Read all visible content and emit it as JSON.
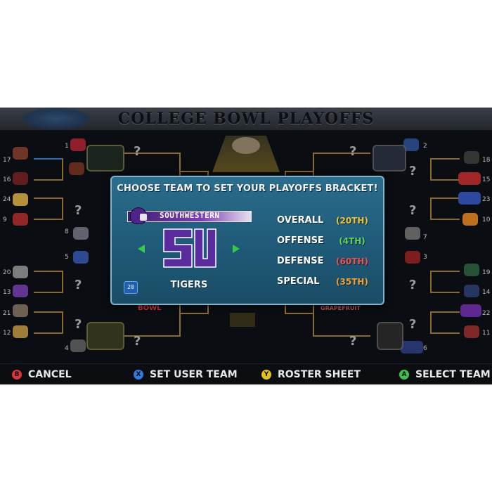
{
  "header": {
    "title": "COLLEGE BOWL PLAYOFFS"
  },
  "bracket": {
    "left_seeds": [
      "17",
      "16",
      "24",
      "9",
      "20",
      "13",
      "21",
      "12"
    ],
    "right_seeds": [
      "18",
      "15",
      "23",
      "10",
      "19",
      "14",
      "22",
      "11"
    ],
    "inner_left_seeds": [
      "1",
      "8",
      "5",
      "4"
    ],
    "inner_right_seeds": [
      "2",
      "7",
      "3",
      "6"
    ],
    "unknown_marker": "?",
    "bowl_labels": [
      "BOWL",
      "GRAPEFRUIT"
    ]
  },
  "modal": {
    "title": "CHOOSE TEAM TO SET YOUR PLAYOFFS BRACKET!",
    "team": {
      "school": "SOUTHWESTERN",
      "nickname": "TIGERS",
      "overall_rating": "20",
      "logo_text": "SU",
      "primary_color": "#5b2c9e"
    },
    "stats": [
      {
        "label": "OVERALL",
        "rank": "(20TH)",
        "color": "#f1c232"
      },
      {
        "label": "OFFENSE",
        "rank": "(4TH)",
        "color": "#5fd35f"
      },
      {
        "label": "DEFENSE",
        "rank": "(60TH)",
        "color": "#f05050"
      },
      {
        "label": "SPECIAL",
        "rank": "(35TH)",
        "color": "#f0a030"
      }
    ]
  },
  "footer": {
    "cancel": {
      "button": "B",
      "label": "CANCEL",
      "color": "#e0323a"
    },
    "set_user": {
      "button": "X",
      "label": "SET USER TEAM",
      "color": "#2f7be0"
    },
    "roster": {
      "button": "Y",
      "label": "ROSTER SHEET",
      "color": "#e3c21d"
    },
    "select": {
      "button": "A",
      "label": "SELECT TEAM",
      "color": "#3fc24a"
    }
  }
}
